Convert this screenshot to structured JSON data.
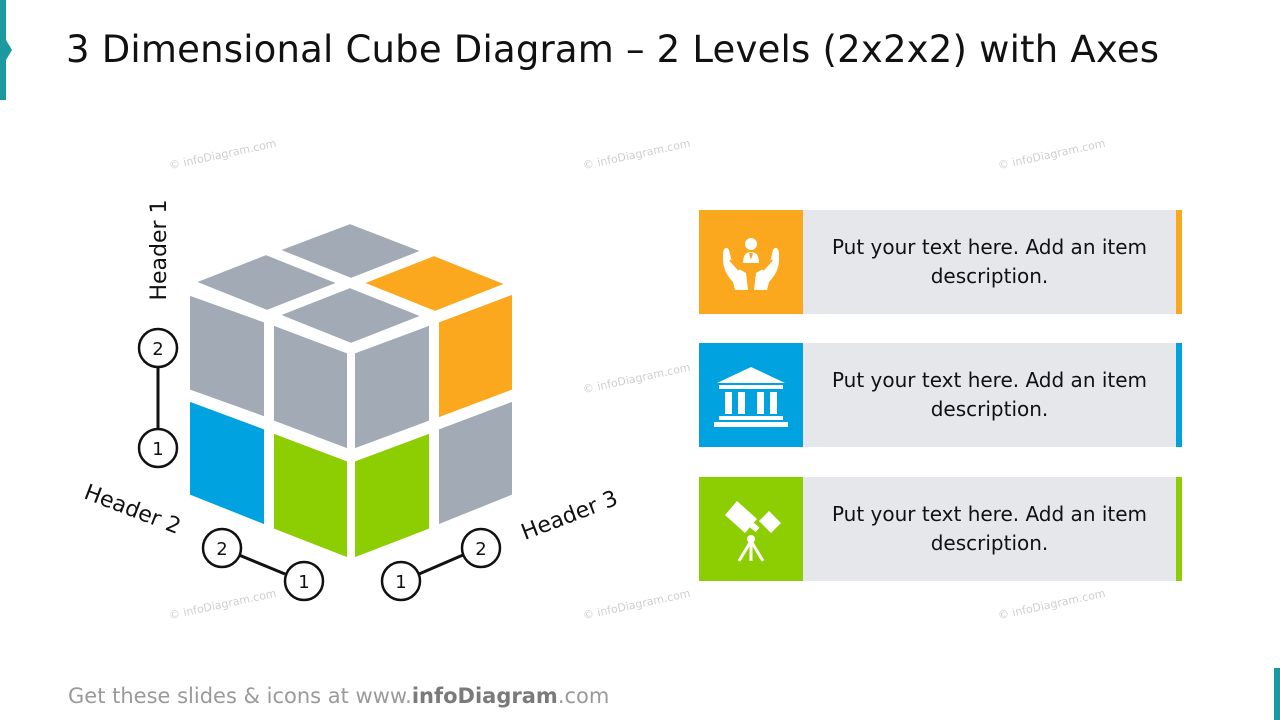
{
  "title": "3 Dimensional Cube Diagram – 2 Levels (2x2x2) with Axes",
  "watermark": "© infoDiagram.com",
  "axes": {
    "vertical": {
      "label": "Header 1",
      "levels": [
        "2",
        "1"
      ]
    },
    "left": {
      "label": "Header 2",
      "levels": [
        "2",
        "1"
      ]
    },
    "right": {
      "label": "Header 3",
      "levels": [
        "1",
        "2"
      ]
    }
  },
  "cube": {
    "colors": {
      "gray": "#a1aab5",
      "orange": "#fba81f",
      "blue": "#00a2df",
      "green": "#8cce02"
    }
  },
  "items": [
    {
      "text": "Put your text here. Add an item description.",
      "color": "#fba81f",
      "icon": "hands-holding-person-icon"
    },
    {
      "text": "Put your text here. Add an item description.",
      "color": "#00a2df",
      "icon": "bank-building-icon"
    },
    {
      "text": "Put your text here. Add an item description.",
      "color": "#8cce02",
      "icon": "telescope-icon"
    }
  ],
  "footer": {
    "prefix": "Get these slides & icons at www.",
    "brand": "infoDiagram",
    "suffix": ".com"
  }
}
